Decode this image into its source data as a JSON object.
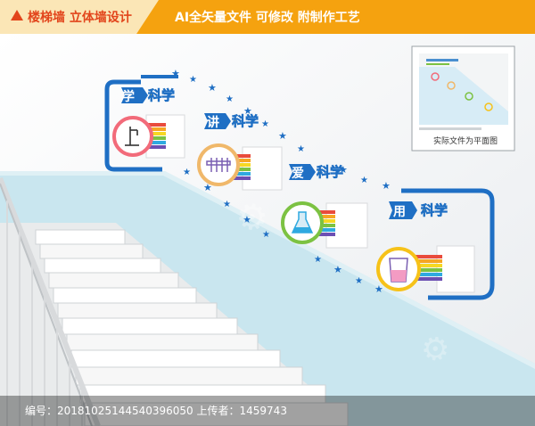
{
  "banner": {
    "left_text": "楼梯墙  立体墙设计",
    "right_text": "AI全矢量文件    可修改   附制作工艺",
    "warning_icon": "warning-triangle-icon"
  },
  "modules": [
    {
      "head": "学",
      "tail": "科学",
      "icon": "lab-stand-icon"
    },
    {
      "head": "讲",
      "tail": "科学",
      "icon": "test-tubes-icon"
    },
    {
      "head": "爱",
      "tail": "科学",
      "icon": "flask-icon"
    },
    {
      "head": "用",
      "tail": "科学",
      "icon": "beaker-icon"
    }
  ],
  "thumbnail": {
    "caption": "实际文件为平面图"
  },
  "footer": {
    "text": "编号：20181025144540396050 上传者：1459743"
  },
  "colors": {
    "banner": "#f5a20f",
    "banner_accent": "#e2451c",
    "blue": "#1f6fc4",
    "yellow": "#f6c219",
    "wall_blue": "#c9e6ef"
  }
}
